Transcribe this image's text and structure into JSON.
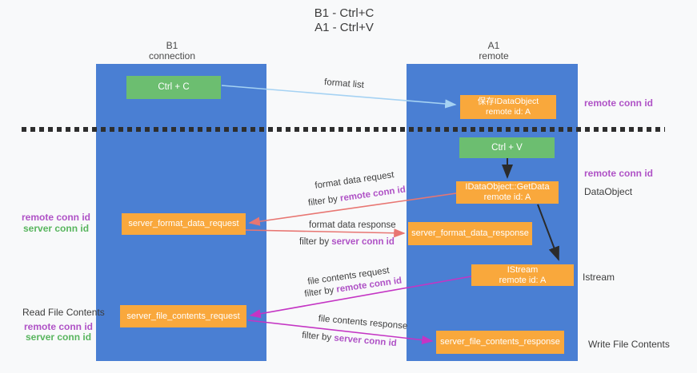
{
  "title": {
    "line1": "B1 - Ctrl+C",
    "line2": "A1 - Ctrl+V"
  },
  "lanes": {
    "left": {
      "name": "B1",
      "role": "connection"
    },
    "right": {
      "name": "A1",
      "role": "remote"
    }
  },
  "boxes": {
    "ctrl_c": "Ctrl + C",
    "ctrl_v": "Ctrl + V",
    "save_dataobject": {
      "line1": "保存IDataObject",
      "line2": "remote id: A"
    },
    "getdata": {
      "line1": "IDataObject::GetData",
      "line2": "remote id: A"
    },
    "istream": {
      "line1": "IStream",
      "line2": "remote id: A"
    },
    "format_request": "server_format_data_request",
    "format_response": "server_format_data_response",
    "file_request": "server_file_contents_request",
    "file_response": "server_file_contents_response"
  },
  "side_labels": {
    "remote_conn_id_top": "remote conn id",
    "remote_conn_id_mid": "remote conn id",
    "dataobject": "DataObject",
    "istream": "Istream",
    "write_file_contents": "Write File Contents",
    "read_file_contents": "Read File Contents",
    "left_remote_conn_id_1": "remote conn id",
    "left_server_conn_id_1": "server conn id",
    "left_remote_conn_id_2": "remote conn id",
    "left_server_conn_id_2": "server conn id"
  },
  "arrow_labels": {
    "format_list": "format list",
    "format_data_request": "format data request",
    "format_data_response": "format data response",
    "file_contents_request": "file contents request",
    "file_contents_response": "file contents response",
    "filter_by": "filter by ",
    "remote_conn_id": "remote conn id",
    "server_conn_id": "server conn id"
  },
  "colors": {
    "lane_blue": "#4a7fd3",
    "box_orange": "#f9a83c",
    "box_green": "#6cbe70",
    "arrow_salmon": "#e87672",
    "arrow_magenta": "#c435c4",
    "arrow_lightblue": "#a5d2f3",
    "arrow_black": "#2b2b2b",
    "label_purple": "#af52c6",
    "label_green": "#58b55e",
    "text_dark": "#3c3c3c"
  }
}
